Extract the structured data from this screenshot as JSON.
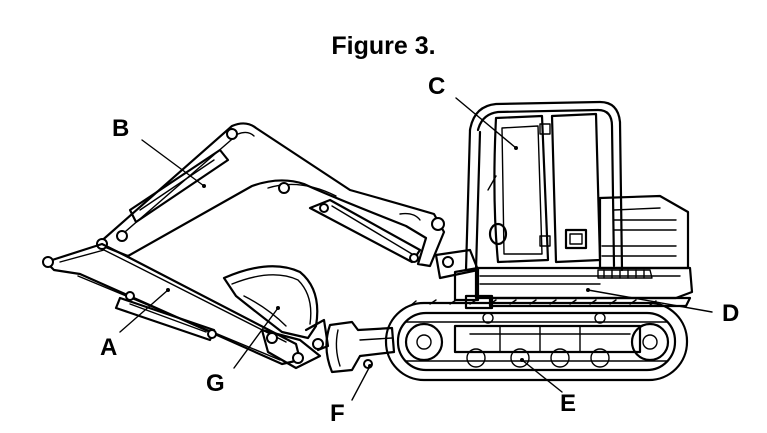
{
  "figure": {
    "title": "Figure 3."
  },
  "callouts": {
    "A": "A",
    "B": "B",
    "C": "C",
    "D": "D",
    "E": "E",
    "F": "F",
    "G": "G"
  }
}
